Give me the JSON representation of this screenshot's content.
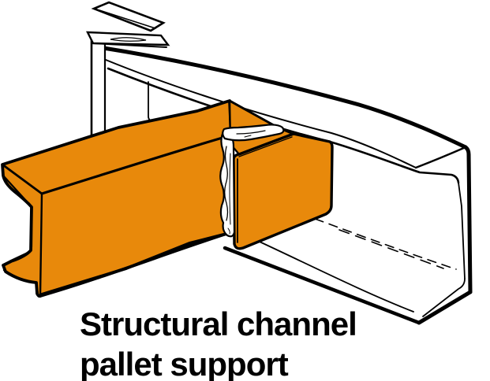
{
  "figure": {
    "caption": {
      "line1": "Structural channel",
      "line2": "pallet support"
    },
    "colors": {
      "highlight_orange": "#E8890B",
      "outline_black": "#000000",
      "background_white": "#FFFFFF"
    },
    "parts": [
      "rack-upright-post",
      "post-cap-plate",
      "beam-connector-bracket",
      "step-beam",
      "structural-channel-pallet-support",
      "weld-bead"
    ]
  }
}
